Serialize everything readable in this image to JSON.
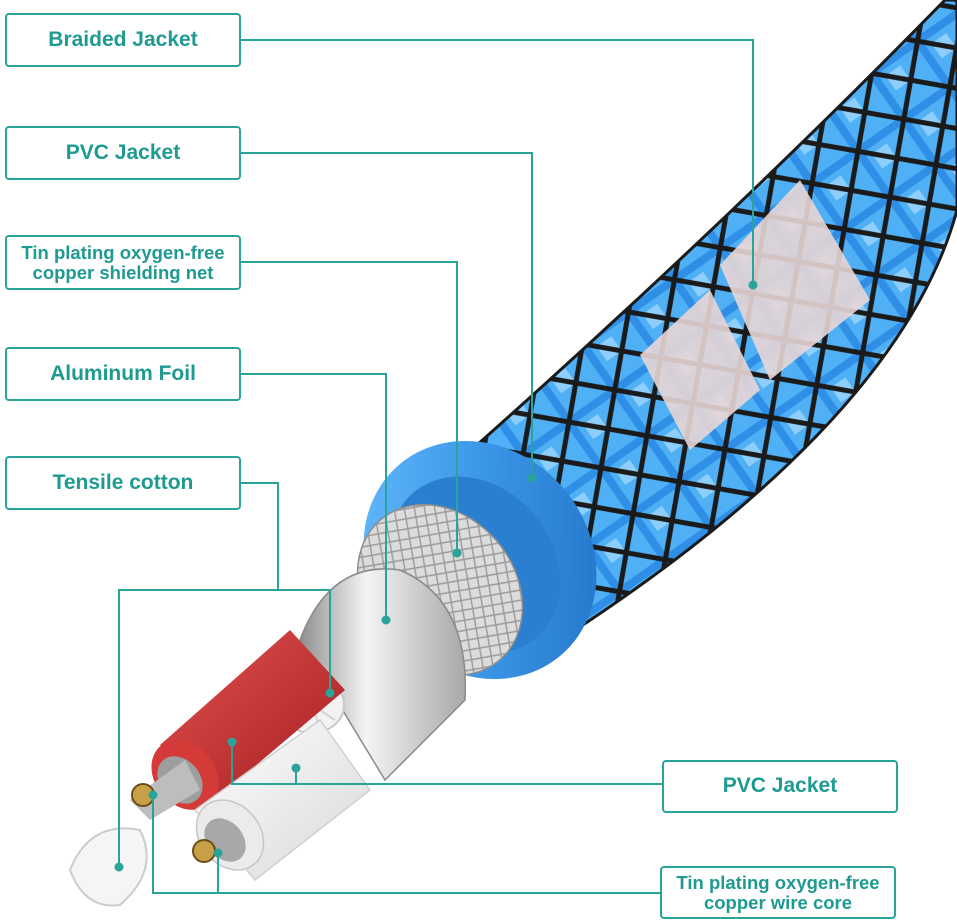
{
  "labels": {
    "braided_jacket": "Braided Jacket",
    "pvc_jacket_outer": "PVC Jacket",
    "shielding_net_line1": "Tin plating oxygen-free",
    "shielding_net_line2": "copper shielding net",
    "aluminum_foil": "Aluminum Foil",
    "tensile_cotton": "Tensile cotton",
    "pvc_jacket_inner": "PVC Jacket",
    "wire_core_line1": "Tin plating oxygen-free",
    "wire_core_line2": "copper wire core"
  },
  "colors": {
    "accent": "#2aa39a",
    "braid_blue": "#2f8fe6",
    "braid_light": "#e8d6d6",
    "pvc_blue": "#3b97e8",
    "foil_silver": "#c9c9c9",
    "red_wire": "#c8282b",
    "white_wire": "#f2f2f2"
  }
}
